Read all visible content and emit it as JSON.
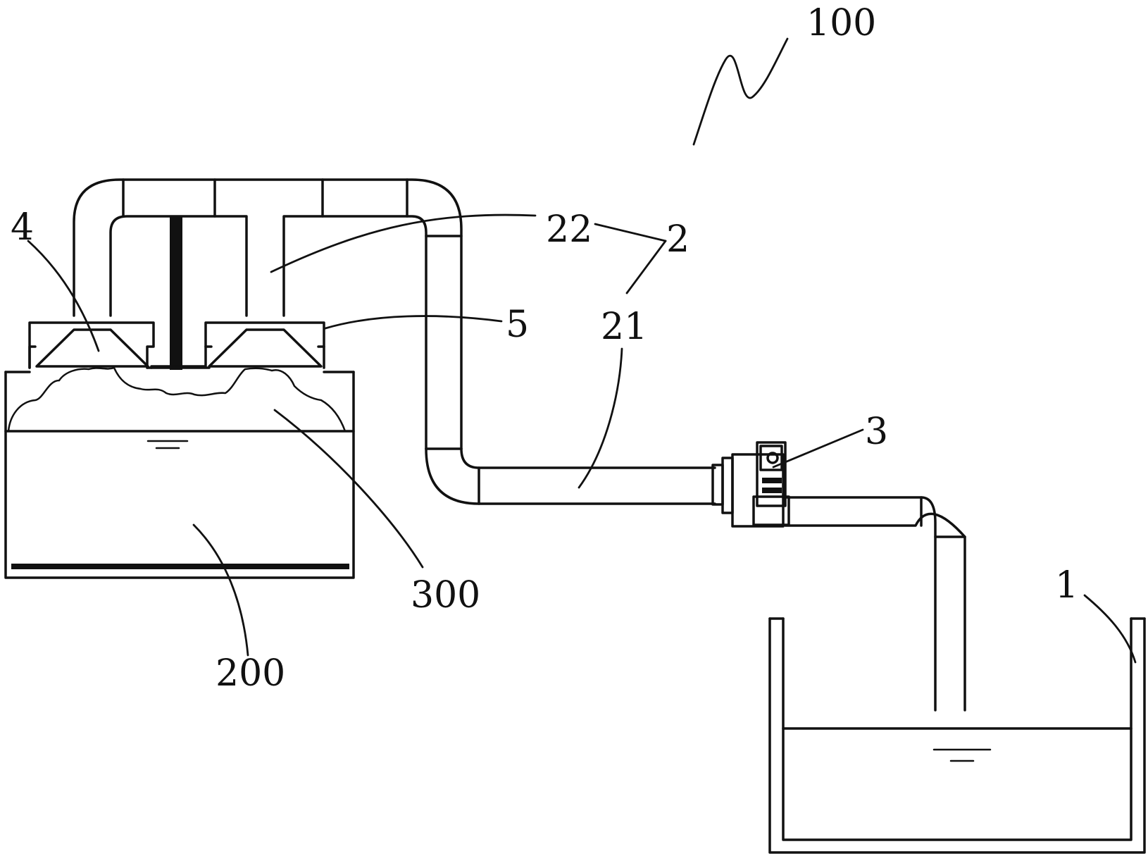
{
  "labels": {
    "system": "100",
    "tank": "1",
    "pipe_assembly": "2",
    "pipe_lower": "21",
    "pipe_upper": "22",
    "valve": "3",
    "nozzle": "4",
    "part_5": "5",
    "container": "200",
    "foam": "300"
  }
}
